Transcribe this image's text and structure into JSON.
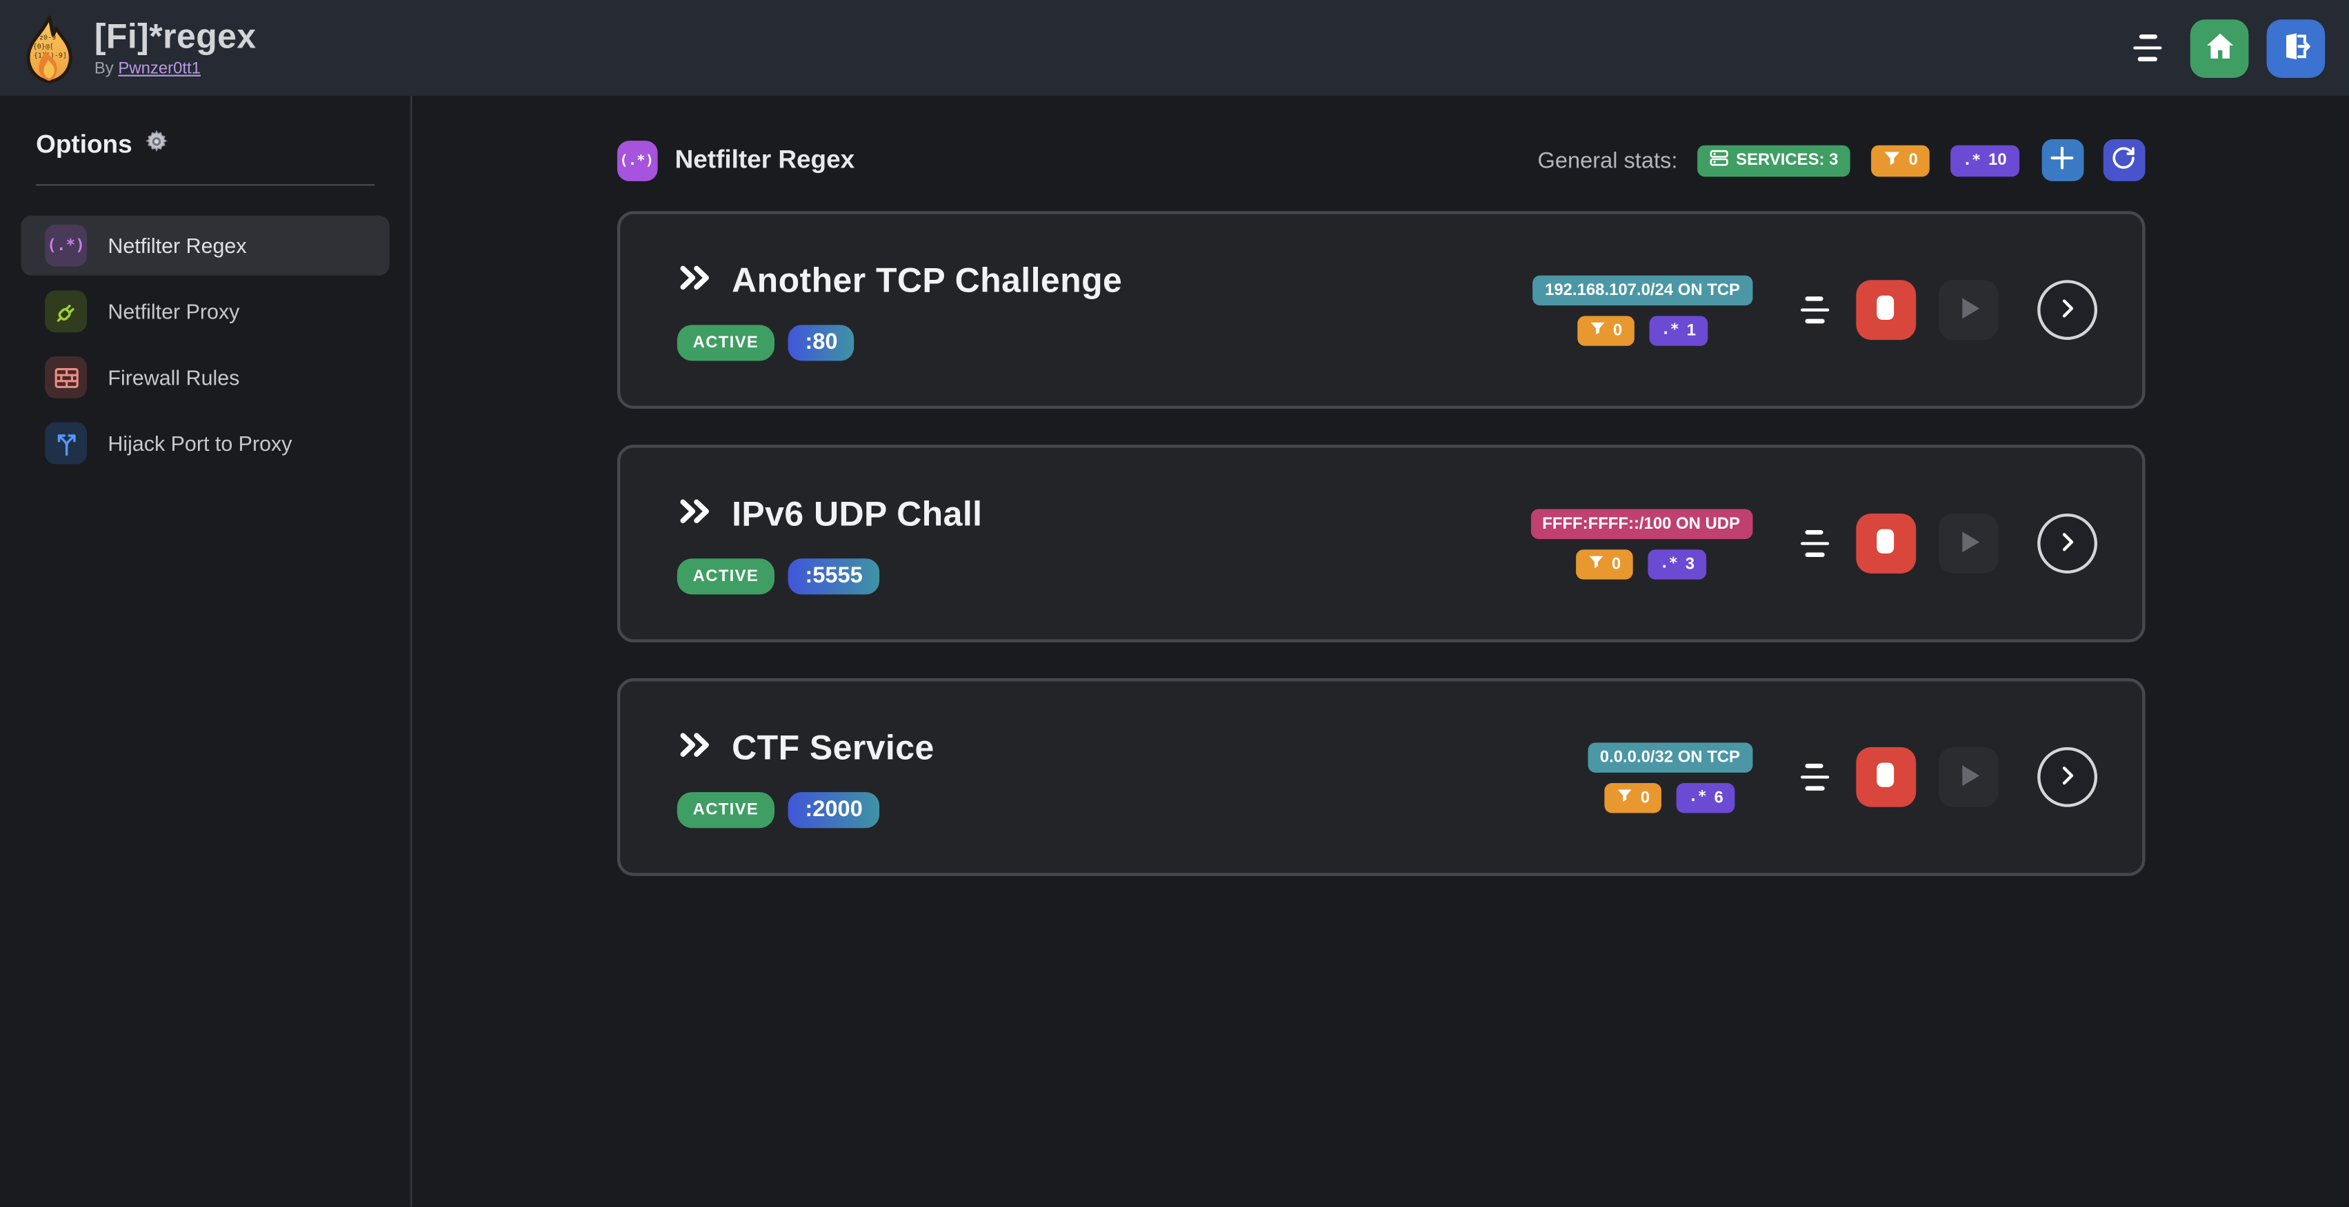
{
  "topbar": {
    "title": "[Fi]*regex",
    "byline_prefix": "By",
    "byline_link": "Pwnzer0tt1"
  },
  "icon_glyphs": {
    "regex": "(.*)",
    "dotstar": ".*"
  },
  "sidebar": {
    "heading": "Options",
    "items": [
      {
        "label": "Netfilter Regex"
      },
      {
        "label": "Netfilter Proxy"
      },
      {
        "label": "Firewall Rules"
      },
      {
        "label": "Hijack Port to Proxy"
      }
    ]
  },
  "main": {
    "section_title": "Netfilter Regex",
    "stats_label": "General stats:",
    "stats": {
      "services": "SERVICES: 3",
      "filters": "0",
      "regexes": "10"
    },
    "services": [
      {
        "title": "Another TCP Challenge",
        "status": "ACTIVE",
        "port": ":80",
        "cidr": "192.168.107.0/24 ON TCP",
        "filters": "0",
        "regexes": "1"
      },
      {
        "title": "IPv6 UDP Chall",
        "status": "ACTIVE",
        "port": ":5555",
        "cidr": "FFFF:FFFF::/100 ON UDP",
        "filters": "0",
        "regexes": "3"
      },
      {
        "title": "CTF Service",
        "status": "ACTIVE",
        "port": ":2000",
        "cidr": "0.0.0.0/32 ON TCP",
        "filters": "0",
        "regexes": "6"
      }
    ]
  },
  "colors": {
    "green": "#3f9e63",
    "orange": "#e8982e",
    "purple": "#6b4ad4",
    "teal": "#4b97a6",
    "pink": "#c04070",
    "red": "#d8463c",
    "blue_home": "#3f9e63",
    "blue_logout": "#3c72d0",
    "blue_plus": "#3a7ac4",
    "indigo_refresh": "#4854cc",
    "accent_purple": "#a653dd"
  }
}
